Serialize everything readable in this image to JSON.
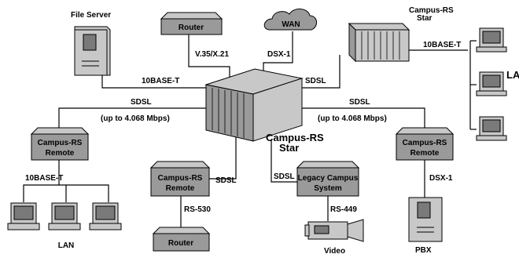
{
  "nodes": {
    "file_server": "File Server",
    "router_top": "Router",
    "wan": "WAN",
    "star_right_line1": "Campus-RS",
    "star_right_line2": "Star",
    "lan_right": "LA",
    "center_star_line1": "Campus-RS",
    "center_star_line2": "Star",
    "remote_left_line1": "Campus-RS",
    "remote_left_line2": "Remote",
    "remote_mid_line1": "Campus-RS",
    "remote_mid_line2": "Remote",
    "router_bottom": "Router",
    "legacy_line1": "Legacy Campus",
    "legacy_line2": "System",
    "video": "Video",
    "remote_right_line1": "Campus-RS",
    "remote_right_line2": "Remote",
    "pbx": "PBX",
    "lan_left": "LAN"
  },
  "links": {
    "v35": "V.35/X.21",
    "dsx_top": "DSX-1",
    "tenbase_fs": "10BASE-T",
    "sdsl_right_star": "SDSL",
    "tenbase_right": "10BASE-T",
    "sdsl_left": "SDSL",
    "sdsl_left_rate": "(up to 4.068 Mbps)",
    "sdsl_right": "SDSL",
    "sdsl_right_rate": "(up to 4.068 Mbps)",
    "tenbase_left": "10BASE-T",
    "sdsl_mid": "SDSL",
    "sdsl_legacy": "SDSL",
    "rs530": "RS-530",
    "rs449": "RS-449",
    "dsx_right": "DSX-1"
  },
  "colors": {
    "device_fill": "#c8c8c8",
    "box_fill": "#9a9a9a",
    "line": "#000000"
  }
}
